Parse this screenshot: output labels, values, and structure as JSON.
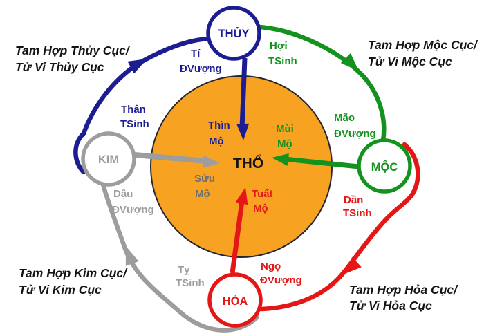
{
  "center": {
    "label": "THỔ",
    "grave_labels": {
      "thin": {
        "line1": "Thìn",
        "line2": "Mộ"
      },
      "mui": {
        "line1": "Mùi",
        "line2": "Mộ"
      },
      "suu": {
        "line1": "Sửu",
        "line2": "Mộ"
      },
      "tuat": {
        "line1": "Tuất",
        "line2": "Mộ"
      }
    }
  },
  "nodes": {
    "thuy": {
      "label": "THỦY"
    },
    "kim": {
      "label": "KIM"
    },
    "moc": {
      "label": "MỘC"
    },
    "hoa": {
      "label": "HỎA"
    }
  },
  "corner_labels": {
    "top_left": {
      "line1": "Tam Hợp Thủy Cục/",
      "line2": "Tử Vi Thủy Cục"
    },
    "top_right": {
      "line1": "Tam Hợp Mộc Cục/",
      "line2": "Tử Vi Mộc Cục"
    },
    "bottom_left": {
      "line1": "Tam Hợp Kim Cục/",
      "line2": "Tử Vi Kim Cục"
    },
    "bottom_right": {
      "line1": "Tam Hợp Hỏa Cục/",
      "line2": "Tử Vi Hỏa Cục"
    }
  },
  "stage_labels": {
    "ti": {
      "line1": "Tí",
      "line2": "ĐVượng"
    },
    "hoi": {
      "line1": "Hợi",
      "line2": "TSinh"
    },
    "than": {
      "line1": "Thân",
      "line2": "TSinh"
    },
    "mao": {
      "line1": "Mão",
      "line2": "ĐVượng"
    },
    "dau": {
      "line1": "Dậu",
      "line2": "ĐVượng"
    },
    "dan": {
      "line1": "Dần",
      "line2": "TSinh"
    },
    "ty": {
      "line1": "Tỵ",
      "line2": "TSinh"
    },
    "ngo": {
      "line1": "Ngọ",
      "line2": "ĐVượng"
    }
  },
  "colors": {
    "navy": "#1d1d92",
    "green": "#14921e",
    "red": "#e51616",
    "gray": "#9d9d9d",
    "gray_dark": "#6f6f6f",
    "orange": "#f7a321",
    "orange_border": "#26262e",
    "black": "#141414",
    "white": "#ffffff"
  }
}
